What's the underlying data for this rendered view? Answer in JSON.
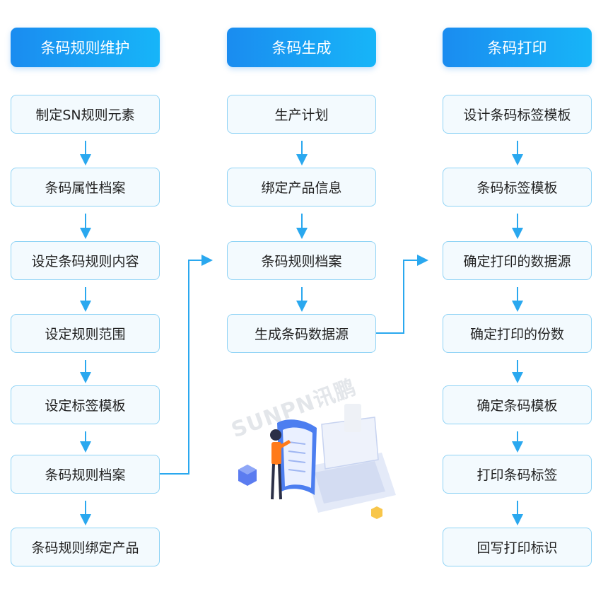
{
  "colors": {
    "accent": "#1a8cf0",
    "accent_end": "#17b5f8",
    "box_border": "#8fd3f5",
    "box_fill": "#f3fafe",
    "arrow": "#2aa8ef"
  },
  "columns": [
    {
      "header": "条码规则维护",
      "steps": [
        "制定SN规则元素",
        "条码属性档案",
        "设定条码规则内容",
        "设定规则范围",
        "设定标签模板",
        "条码规则档案",
        "条码规则绑定产品"
      ]
    },
    {
      "header": "条码生成",
      "steps": [
        "生产计划",
        "绑定产品信息",
        "条码规则档案",
        "生成条码数据源"
      ]
    },
    {
      "header": "条码打印",
      "steps": [
        "设计条码标签模板",
        "条码标签模板",
        "确定打印的数据源",
        "确定打印的份数",
        "确定条码模板",
        "打印条码标签",
        "回写打印标识"
      ]
    }
  ],
  "watermark": {
    "text": "SUNPN讯鹏"
  },
  "illustration": {
    "icon": "person-with-laptop-icon"
  }
}
